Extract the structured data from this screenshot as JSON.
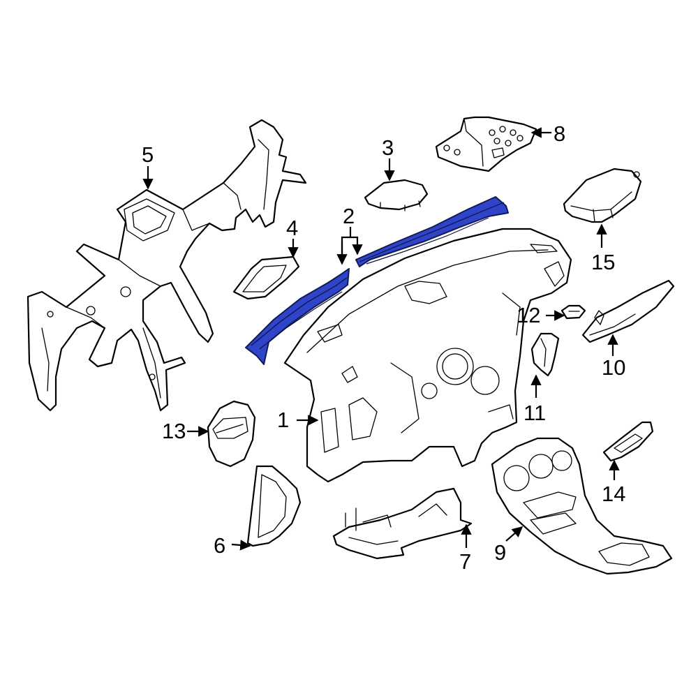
{
  "colors": {
    "highlight": "#2f44c8"
  },
  "callouts": [
    "1",
    "2",
    "3",
    "4",
    "5",
    "6",
    "7",
    "8",
    "9",
    "10",
    "11",
    "12",
    "13",
    "14",
    "15"
  ]
}
